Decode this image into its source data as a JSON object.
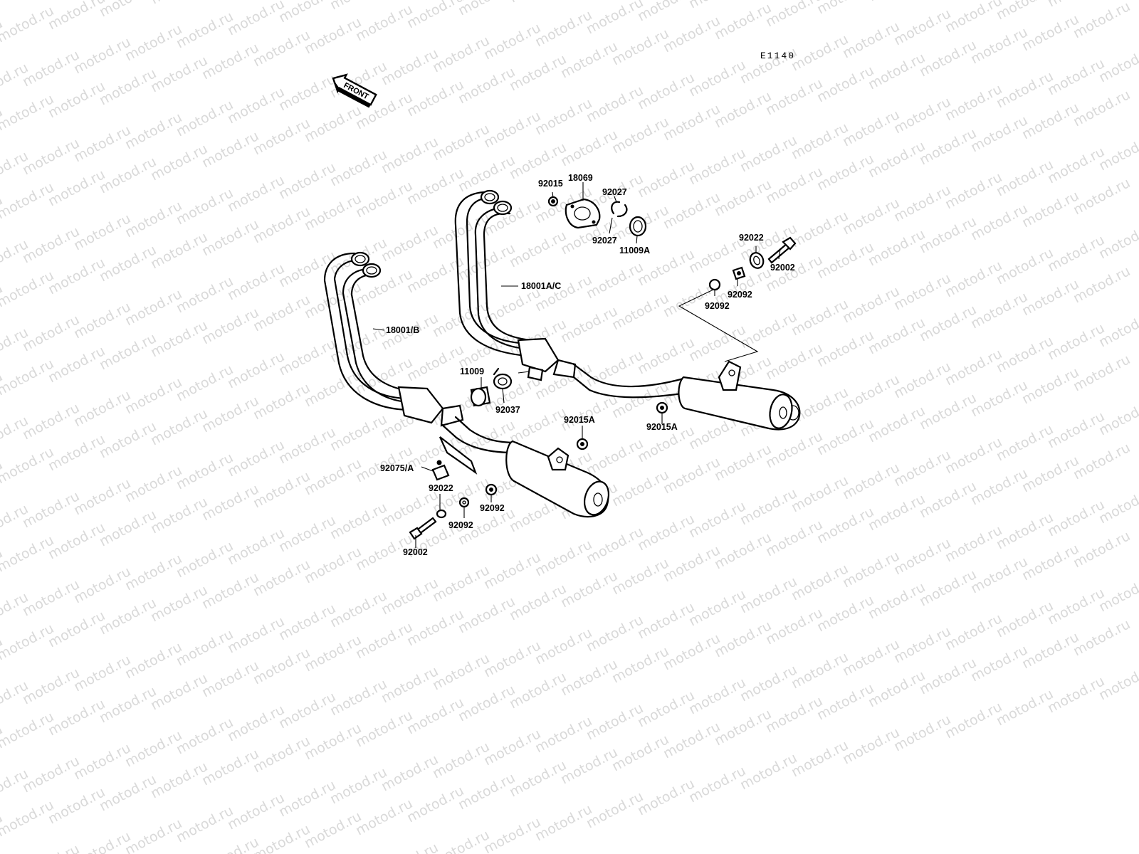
{
  "diagram": {
    "code": "E1140",
    "front_label": "FRONT",
    "watermark": "motod.ru",
    "labels": {
      "p92015": "92015",
      "p18069": "18069",
      "p92027_top": "92027",
      "p92027_bottom": "92027",
      "p11009A": "11009A",
      "p18001AC": "18001A/C",
      "p18001B": "18001/B",
      "p92022_right": "92022",
      "p92002_right": "92002",
      "p92092_r1": "92092",
      "p92092_r2": "92092",
      "p11009": "11009",
      "p92037": "92037",
      "p92015A_right": "92015A",
      "p92015A_left": "92015A",
      "p92075A": "92075/A",
      "p92022_left": "92022",
      "p92092_l1": "92092",
      "p92092_l2": "92092",
      "p92002_left": "92002"
    }
  }
}
